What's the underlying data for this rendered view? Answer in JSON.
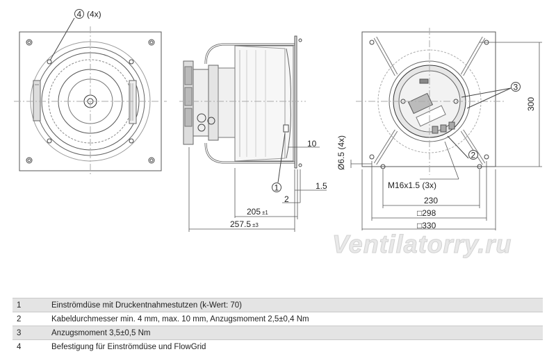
{
  "drawing": {
    "callout_4": "4",
    "callout_4_qty": "(4x)",
    "callout_1": "1",
    "callout_2": "2",
    "callout_3": "3",
    "dim_10": "10",
    "dim_1_5": "1.5",
    "dim_2": "2",
    "dim_205": "205",
    "dim_205_tol": "±1",
    "dim_257": "257.5",
    "dim_257_tol": "±3",
    "dim_hole": "Ø6.5 (4x)",
    "dim_thread": "M16x1.5 (3x)",
    "dim_230": "230",
    "dim_298": "□298",
    "dim_330": "□330",
    "dim_300": "300",
    "watermark": "Ventilatorry.ru"
  },
  "legend": [
    {
      "num": "1",
      "text": "Einströmdüse mit Druckentnahmestutzen (k-Wert: 70)"
    },
    {
      "num": "2",
      "text": "Kabeldurchmesser min. 4 mm, max. 10 mm, Anzugsmoment 2,5±0,4 Nm"
    },
    {
      "num": "3",
      "text": "Anzugsmoment 3,5±0,5 Nm"
    },
    {
      "num": "4",
      "text": "Befestigung für Einströmdüse und FlowGrid"
    }
  ]
}
